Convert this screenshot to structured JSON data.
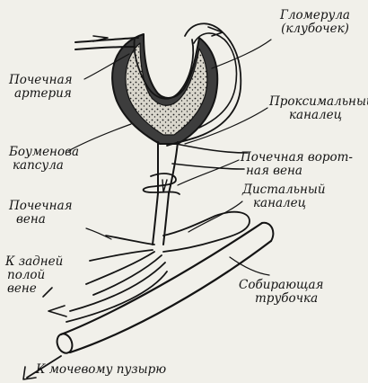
{
  "labels": {
    "glomerulus": [
      "Гломерула",
      "(клубочек)"
    ],
    "renal_artery": [
      "Почечная",
      "артерия"
    ],
    "proximal_tubule": [
      "Проксимальный",
      "каналец"
    ],
    "bowman_capsule": [
      "Боуменова",
      "капсула"
    ],
    "renal_portal_vein": [
      "Почечная ворот-",
      "ная вена"
    ],
    "renal_vein": [
      "Почечная",
      "вена"
    ],
    "distal_tubule": [
      "Дистальный",
      "каналец"
    ],
    "posterior_vena_cava": [
      "К задней",
      "полой",
      "вене"
    ],
    "collecting_duct": [
      "Собирающая",
      "трубочка"
    ],
    "to_bladder": "К мочевому пузырю"
  },
  "colors": {
    "ink": "#141414",
    "paper": "#f1f0ea",
    "capsule_fill": "#3d3d3d",
    "glomerulus_fill": "#d9d6cc"
  }
}
